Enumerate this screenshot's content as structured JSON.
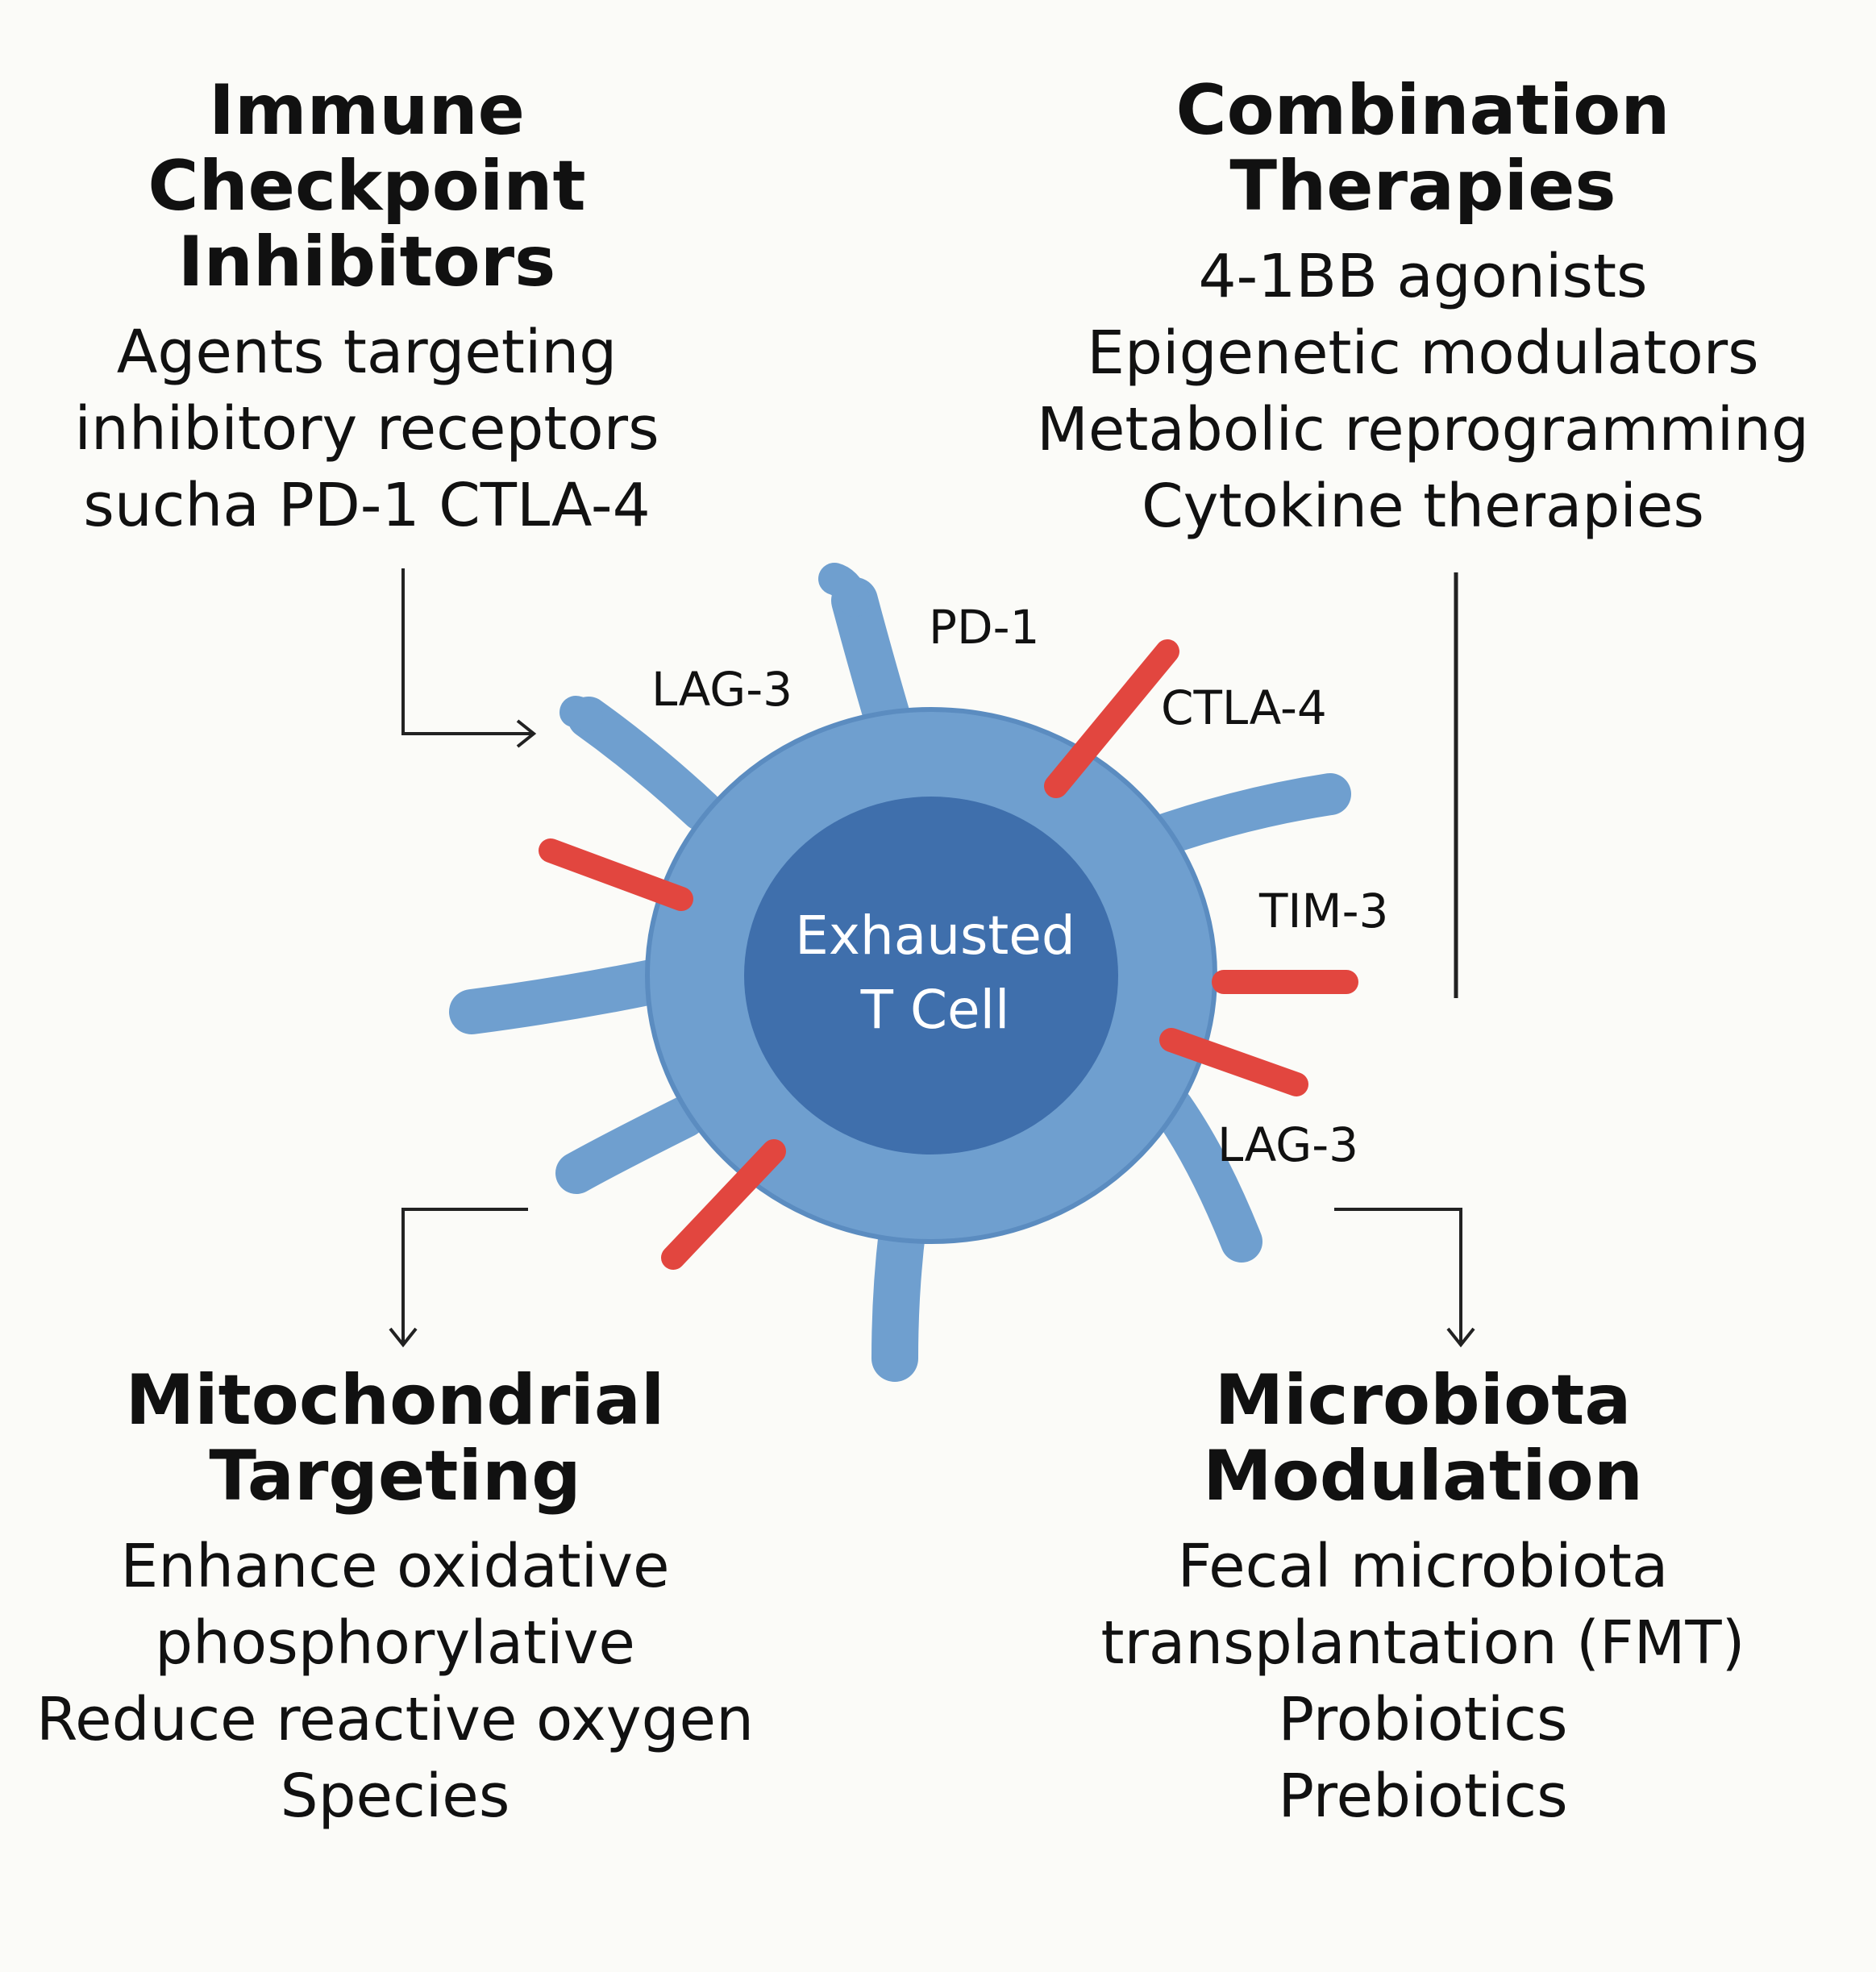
{
  "top_left": {
    "heading": [
      "Immune",
      "Checkpoint",
      "Inhibitors"
    ],
    "lines": [
      "Agents targeting",
      "inhibitory receptors",
      "sucha PD-1 CTLA-4"
    ]
  },
  "top_right": {
    "heading": [
      "Combination",
      "Therapies"
    ],
    "lines": [
      "4-1BB agonists",
      "Epigenetic modulators",
      "Metabolic reprogramming",
      "Cytokine therapies"
    ]
  },
  "bottom_left": {
    "heading": [
      "Mitochondrial",
      "Targeting"
    ],
    "lines": [
      "Enhance oxidative",
      "phosphorylative",
      "Reduce reactive oxygen",
      "Species"
    ]
  },
  "bottom_right": {
    "heading": [
      "Microbiota",
      "Modulation"
    ],
    "lines": [
      "Fecal microbiota",
      "transplantation (FMT)",
      "Probiotics",
      "Prebiotics"
    ]
  },
  "cell": {
    "label": [
      "Exhausted",
      "T Cell"
    ],
    "receptors": {
      "lag3_top": "LAG-3",
      "pd1": "PD-1",
      "ctla4": "CTLA-4",
      "tim3": "TIM-3",
      "lag3_bottom": "LAG-3"
    }
  },
  "colors": {
    "cell_outer": "#6f9fcf",
    "cell_inner": "#3f6fac",
    "receptor_red": "#e2463f",
    "text": "#111111",
    "background": "#fbfbf8"
  }
}
